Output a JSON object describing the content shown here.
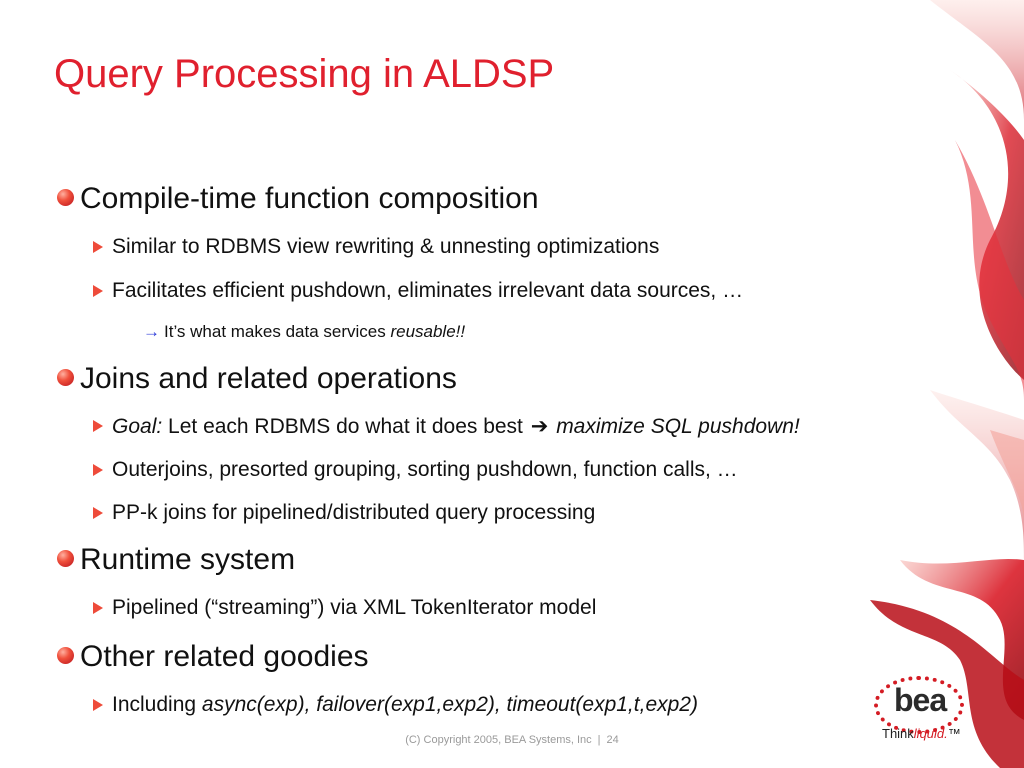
{
  "slide": {
    "title": "Query Processing in ALDSP",
    "sections": [
      {
        "heading": "Compile-time function composition",
        "items": [
          {
            "text": "Similar to RDBMS view rewriting & unnesting optimizations"
          },
          {
            "text": "Facilitates efficient pushdown, eliminates irrelevant data sources, …"
          }
        ],
        "subitem": {
          "arrow": "→",
          "text": "It’s what makes data services ",
          "emphasis": "reusable!!"
        }
      },
      {
        "heading": "Joins and related operations",
        "items": [
          {
            "lead": "Goal:",
            "text": " Let each RDBMS do what it does best ",
            "arrow": "➔",
            "emphasis": "maximize SQL pushdown!"
          },
          {
            "text": "Outerjoins, presorted grouping, sorting pushdown, function calls, …"
          },
          {
            "text": "PP-k joins for pipelined/distributed query processing"
          }
        ]
      },
      {
        "heading": "Runtime system",
        "items": [
          {
            "text": "Pipelined (“streaming”) via XML TokenIterator model"
          }
        ]
      },
      {
        "heading": "Other related goodies",
        "items": [
          {
            "text": "Including ",
            "emphasis": "async(exp), failover(exp1,exp2), timeout(exp1,t,exp2)"
          }
        ]
      }
    ]
  },
  "footer": {
    "copyright": "(C) Copyright 2005, BEA Systems, Inc",
    "separator": "|",
    "page_number": "24"
  },
  "logo": {
    "wordmark": "bea",
    "tagline_think": "Think",
    "tagline_liquid": "liquid.",
    "trademark": "™"
  },
  "colors": {
    "title": "#e0202e",
    "accent": "#ee4b3a",
    "arrow_blue": "#2c3bd8",
    "decoration": "#d41c24"
  }
}
